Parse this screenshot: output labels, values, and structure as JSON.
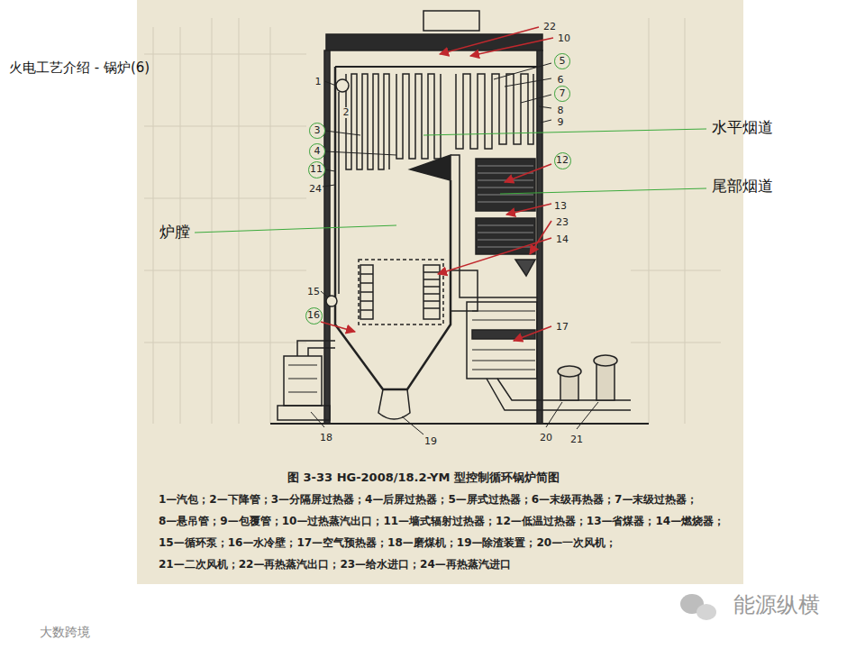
{
  "diagram": {
    "title": "火电工艺介绍 - 锅炉(6)",
    "caption": "图 3-33 HG-2008/18.2-YM 型控制循环锅炉简图",
    "nodes": [
      {
        "text": [
          "5"
        ]
      },
      {
        "text": [
          "7"
        ]
      },
      {
        "text": [
          "3"
        ]
      },
      {
        "text": [
          "4"
        ]
      },
      {
        "text": [
          "12"
        ]
      },
      {
        "text": [
          "11"
        ]
      },
      {
        "text": [
          "16"
        ]
      }
    ],
    "labels": [
      "22",
      "10",
      "1",
      "6",
      "2",
      "8",
      "9",
      "水平烟道",
      "24",
      "尾部烟道",
      "13",
      "23",
      "14",
      "炉膛",
      "15",
      "17",
      "18",
      "19",
      "20",
      "21",
      "1—汽包；2—下降管；3—分隔屏过热器；4—后屏过热器；5—屏式过热器；6—末级再热器；7—末级过热器；",
      "8—悬吊管；9—包覆管；10—过热蒸汽出口；11—墙式辐射过热器；12—低温过热器；13—省煤器；14—燃烧器；",
      "15—循环泵；16—水冷壁；17—空气预热器；18—磨煤机；19—除渣装置；20—一次风机；",
      "21—二次风机；22—再热蒸汽出口；23—给水进口；24—再热蒸汽进口",
      "能源纵横",
      "大数跨境"
    ]
  }
}
